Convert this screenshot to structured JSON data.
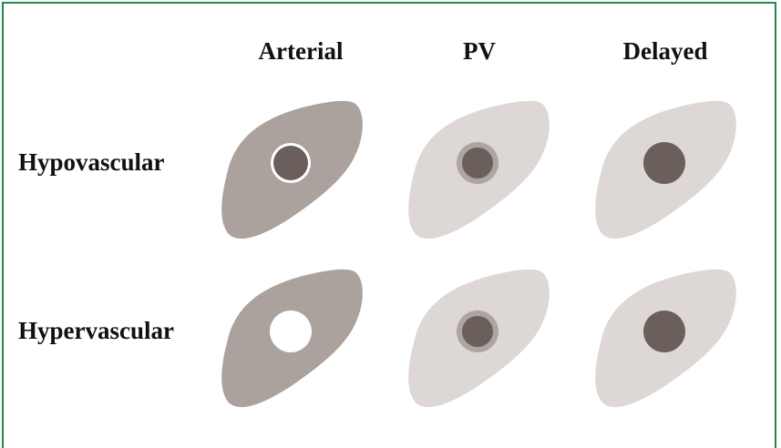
{
  "columns": [
    {
      "label": "Arterial"
    },
    {
      "label": "PV"
    },
    {
      "label": "Delayed"
    }
  ],
  "rows": [
    {
      "label": "Hypovascular"
    },
    {
      "label": "Hypervascular"
    }
  ],
  "colors": {
    "border": "#1f8a4c",
    "liver_arterial": "#aba29d",
    "liver_pv": "#ddd8d5",
    "liver_delayed": "#ddd8d5",
    "lesion_dark": "#6b5f5c",
    "lesion_rim_pv": "#aca5a2",
    "lesion_rim_arterial": "#ffffff",
    "lesion_bright": "#ffffff"
  },
  "cells": [
    [
      {
        "liver": "arterial",
        "lesion": "dark",
        "rim": "white"
      },
      {
        "liver": "pv",
        "lesion": "dark",
        "rim": "gray"
      },
      {
        "liver": "delayed",
        "lesion": "dark",
        "rim": "none"
      }
    ],
    [
      {
        "liver": "arterial",
        "lesion": "bright",
        "rim": "none"
      },
      {
        "liver": "pv",
        "lesion": "dark",
        "rim": "gray"
      },
      {
        "liver": "delayed",
        "lesion": "dark",
        "rim": "none"
      }
    ]
  ]
}
